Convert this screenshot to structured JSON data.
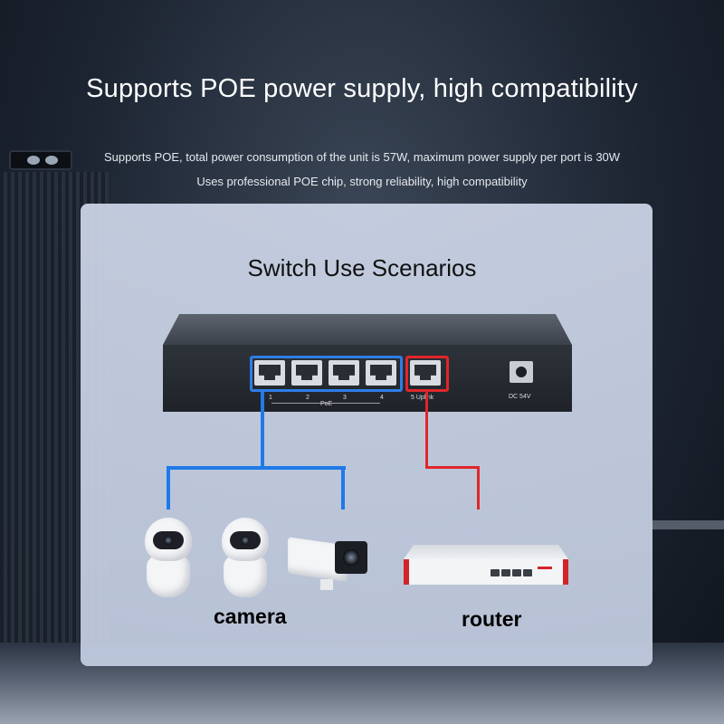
{
  "header": {
    "title": "Supports POE power supply, high compatibility",
    "subtitle_1": "Supports POE, total power consumption of the unit is 57W, maximum power supply per port is 30W",
    "subtitle_2": "Uses professional POE chip, strong reliability, high compatibility"
  },
  "panel": {
    "title": "Switch Use Scenarios",
    "switch": {
      "ports": [
        "1",
        "2",
        "3",
        "4"
      ],
      "poe_label": "PoE",
      "uplink_label": "5 Uplink",
      "dc_label": "DC 54V"
    },
    "devices": {
      "camera_label": "camera",
      "router_label": "router"
    },
    "colors": {
      "poe_wire": "#1f7ae8",
      "uplink_wire": "#e1262b"
    }
  }
}
